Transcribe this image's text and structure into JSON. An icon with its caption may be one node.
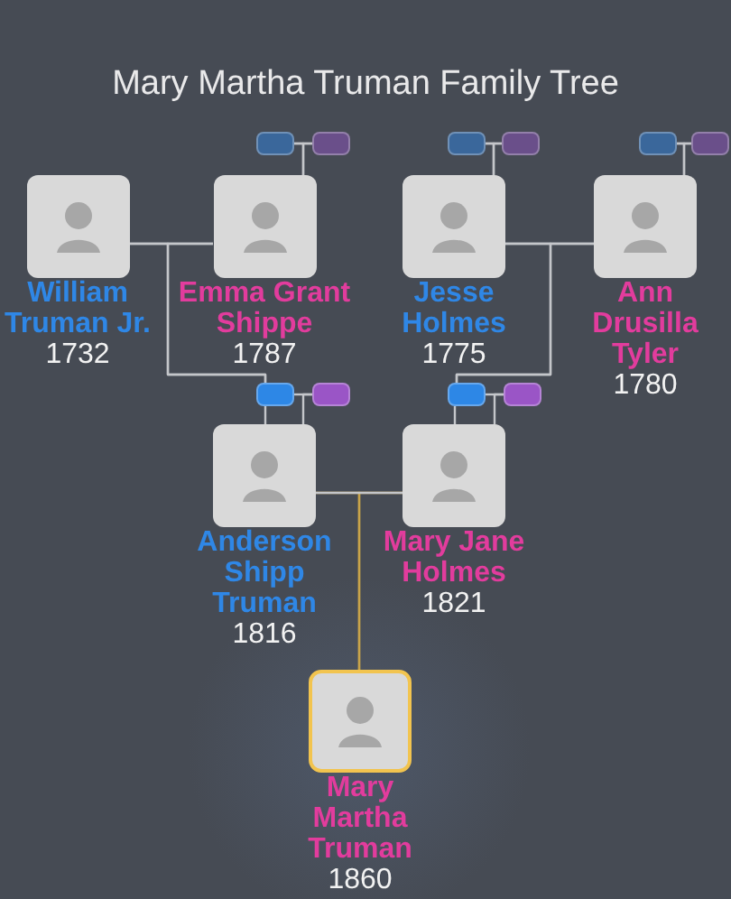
{
  "diagram": {
    "title": "Mary Martha Truman Family Tree",
    "nodes": [
      {
        "text": [],
        "shape": "box"
      },
      {
        "text": [],
        "shape": "box"
      },
      {
        "text": [],
        "shape": "box"
      },
      {
        "text": [],
        "shape": "box"
      },
      {
        "text": [],
        "shape": "box"
      },
      {
        "text": [],
        "shape": "box"
      },
      {
        "text": [
          "William Truman Jr.",
          "1732"
        ]
      },
      {
        "text": [
          "Emma Grant Shippe",
          "1787"
        ]
      },
      {
        "text": [
          "Jesse Holmes",
          "1775"
        ]
      },
      {
        "text": [
          "Ann Drusilla Tyler",
          "1780"
        ]
      },
      {
        "text": [],
        "shape": "box"
      },
      {
        "text": [],
        "shape": "box"
      },
      {
        "text": [],
        "shape": "box"
      },
      {
        "text": [],
        "shape": "box"
      },
      {
        "text": [
          "Anderson Shipp Truman",
          "1816"
        ]
      },
      {
        "text": [
          "Mary Jane Holmes",
          "1821"
        ]
      },
      {
        "text": [
          "Mary Martha Truman",
          "1860"
        ]
      }
    ],
    "edges": [
      {
        "from": 0,
        "to": 1,
        "arrow": "none"
      },
      {
        "from": 0,
        "to": 7,
        "arrow": "none"
      },
      {
        "from": 1,
        "to": 7,
        "arrow": "none"
      },
      {
        "from": 2,
        "to": 3,
        "arrow": "none"
      },
      {
        "from": 2,
        "to": 8,
        "arrow": "none"
      },
      {
        "from": 3,
        "to": 8,
        "arrow": "none"
      },
      {
        "from": 4,
        "to": 5,
        "arrow": "none"
      },
      {
        "from": 4,
        "to": 9,
        "arrow": "none"
      },
      {
        "from": 5,
        "to": 9,
        "arrow": "none"
      },
      {
        "from": 6,
        "to": 7,
        "arrow": "none"
      },
      {
        "from": 6,
        "to": 10,
        "arrow": "none"
      },
      {
        "from": 7,
        "to": 10,
        "arrow": "none"
      },
      {
        "from": 8,
        "to": 9,
        "arrow": "none"
      },
      {
        "from": 8,
        "to": 12,
        "arrow": "none"
      },
      {
        "from": 9,
        "to": 12,
        "arrow": "none"
      },
      {
        "from": 10,
        "to": 11,
        "arrow": "none"
      },
      {
        "from": 10,
        "to": 14,
        "arrow": "none"
      },
      {
        "from": 11,
        "to": 14,
        "arrow": "none"
      },
      {
        "from": 12,
        "to": 13,
        "arrow": "none"
      },
      {
        "from": 12,
        "to": 15,
        "arrow": "none"
      },
      {
        "from": 13,
        "to": 15,
        "arrow": "none"
      },
      {
        "from": 14,
        "to": 15,
        "arrow": "none"
      },
      {
        "from": 14,
        "to": 16,
        "arrow": "none",
        "color": "#c9a44a"
      },
      {
        "from": 15,
        "to": 16,
        "arrow": "none",
        "color": "#c9a44a"
      }
    ]
  }
}
